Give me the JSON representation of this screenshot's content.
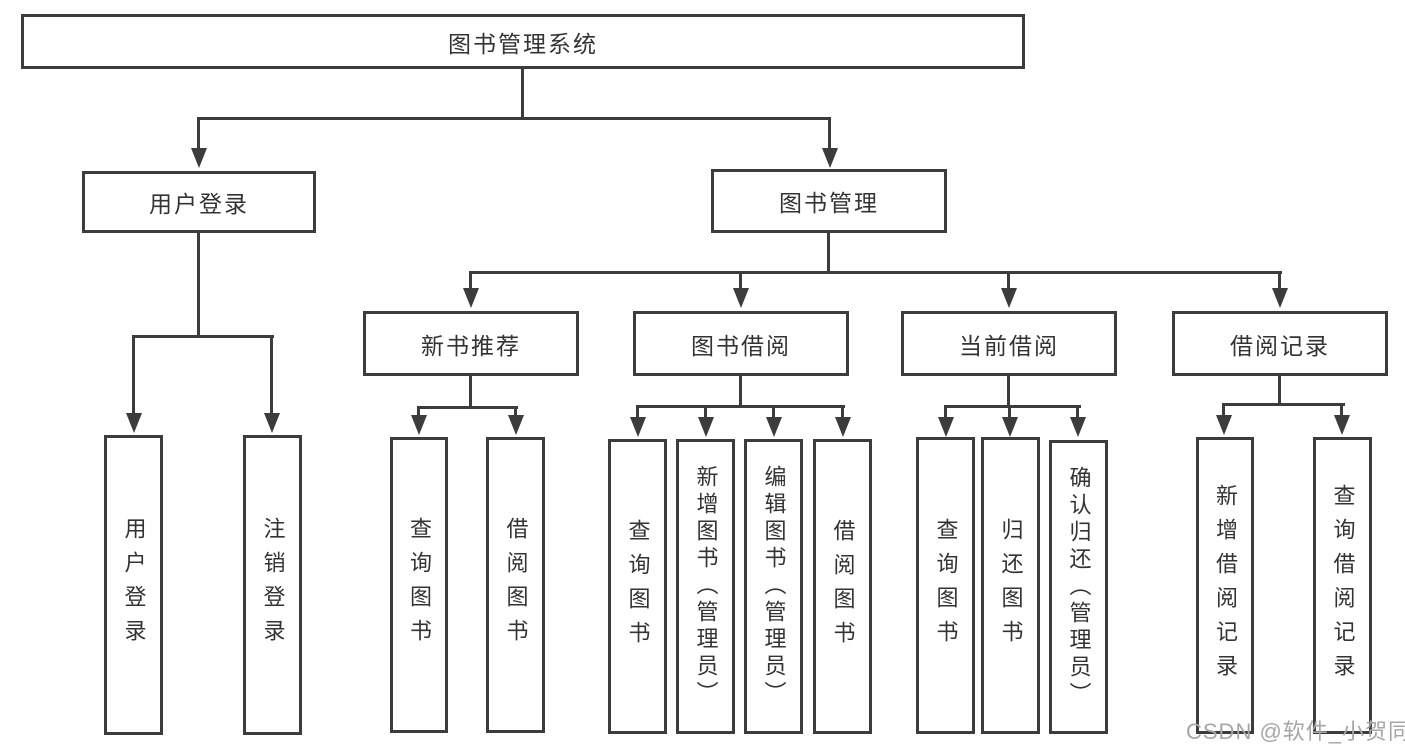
{
  "diagram": {
    "type": "hierarchy-tree",
    "title": "图书管理系统",
    "watermark": "CSDN @软件_小贺同学"
  },
  "colors": {
    "line": "#3c3c3c",
    "text": "#333333",
    "watermark": "#a6a6a6",
    "background": "#ffffff"
  },
  "nodes": {
    "root": "图书管理系统",
    "user_login": "用户登录",
    "book_mgmt": "图书管理",
    "new_book_rec": "新书推荐",
    "book_borrow": "图书借阅",
    "current_borrow": "当前借阅",
    "borrow_record": "借阅记录",
    "leaf_user_login": "用户登录",
    "leaf_logout": "注销登录",
    "leaf_query_book_a": "查询图书",
    "leaf_borrow_book_a": "借阅图书",
    "leaf_query_book_b": "查询图书",
    "leaf_add_book": "新增图书（管理员）",
    "leaf_edit_book": "编辑图书（管理员）",
    "leaf_borrow_book_b": "借阅图书",
    "leaf_query_book_c": "查询图书",
    "leaf_return_book": "归还图书",
    "leaf_confirm_return": "确认归还（管理员）",
    "leaf_add_record": "新增借阅记录",
    "leaf_query_record": "查询借阅记录"
  },
  "hierarchy": {
    "图书管理系统": [
      "用户登录",
      "图书管理"
    ],
    "用户登录": [
      "用户登录",
      "注销登录"
    ],
    "图书管理": [
      "新书推荐",
      "图书借阅",
      "当前借阅",
      "借阅记录"
    ],
    "新书推荐": [
      "查询图书",
      "借阅图书"
    ],
    "图书借阅": [
      "查询图书",
      "新增图书（管理员）",
      "编辑图书（管理员）",
      "借阅图书"
    ],
    "当前借阅": [
      "查询图书",
      "归还图书",
      "确认归还（管理员）"
    ],
    "借阅记录": [
      "新增借阅记录",
      "查询借阅记录"
    ]
  }
}
